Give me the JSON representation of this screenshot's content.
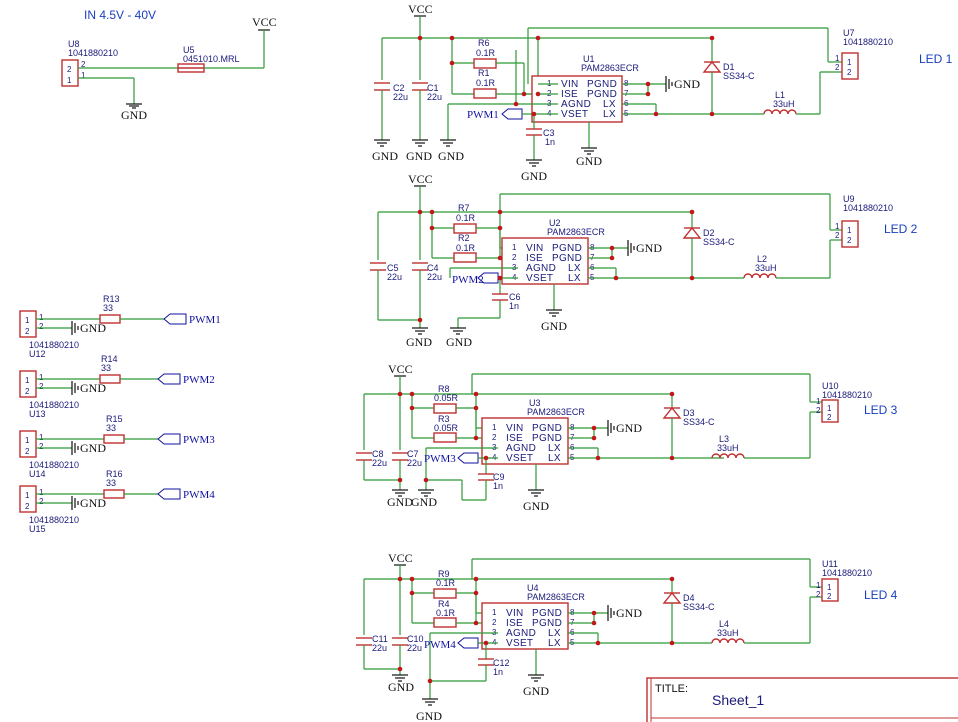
{
  "input_label": "IN 4.5V - 40V",
  "vcc": "VCC",
  "gnd": "GND",
  "fuse": {
    "ref": "U5",
    "value": "0451010.MRL"
  },
  "input_conn": {
    "ref": "U8",
    "value": "1041880210"
  },
  "pwm_headers": [
    {
      "conn": "U12",
      "conn_value": "1041880210",
      "res": "R13",
      "res_value": "33",
      "net": "PWM1"
    },
    {
      "conn": "U13",
      "conn_value": "1041880210",
      "res": "R14",
      "res_value": "33",
      "net": "PWM2"
    },
    {
      "conn": "U14",
      "conn_value": "1041880210",
      "res": "R15",
      "res_value": "33",
      "net": "PWM3"
    },
    {
      "conn": "U15",
      "conn_value": "1041880210",
      "res": "R16",
      "res_value": "33",
      "net": "PWM4"
    }
  ],
  "ic_pins": {
    "left": [
      "VIN",
      "ISE",
      "AGND",
      "VSET"
    ],
    "right": [
      "PGND",
      "PGND",
      "LX",
      "LX"
    ],
    "left_nums": [
      "1",
      "2",
      "3",
      "4"
    ],
    "right_nums": [
      "8",
      "7",
      "6",
      "5"
    ]
  },
  "channels": [
    {
      "led": "LED 1",
      "ic": "U1",
      "ic_value": "PAM2863ECR",
      "ra": "R6",
      "ra_value": "0.1R",
      "rb": "R1",
      "rb_value": "0.1R",
      "cin_a": "C2",
      "cin_a_value": "22u",
      "cin_b": "C1",
      "cin_b_value": "22u",
      "cset": "C3",
      "cset_value": "1n",
      "diode": "D1",
      "diode_value": "SS34-C",
      "ind": "L1",
      "ind_value": "33uH",
      "conn": "U7",
      "conn_value": "1041880210",
      "pwm": "PWM1"
    },
    {
      "led": "LED 2",
      "ic": "U2",
      "ic_value": "PAM2863ECR",
      "ra": "R7",
      "ra_value": "0.1R",
      "rb": "R2",
      "rb_value": "0.1R",
      "cin_a": "C5",
      "cin_a_value": "22u",
      "cin_b": "C4",
      "cin_b_value": "22u",
      "cset": "C6",
      "cset_value": "1n",
      "diode": "D2",
      "diode_value": "SS34-C",
      "ind": "L2",
      "ind_value": "33uH",
      "conn": "U9",
      "conn_value": "1041880210",
      "pwm": "PWM2"
    },
    {
      "led": "LED 3",
      "ic": "U3",
      "ic_value": "PAM2863ECR",
      "ra": "R8",
      "ra_value": "0.05R",
      "rb": "R3",
      "rb_value": "0.05R",
      "cin_a": "C8",
      "cin_a_value": "22u",
      "cin_b": "C7",
      "cin_b_value": "22u",
      "cset": "C9",
      "cset_value": "1n",
      "diode": "D3",
      "diode_value": "SS34-C",
      "ind": "L3",
      "ind_value": "33uH",
      "conn": "U10",
      "conn_value": "1041880210",
      "pwm": "PWM3"
    },
    {
      "led": "LED 4",
      "ic": "U4",
      "ic_value": "PAM2863ECR",
      "ra": "R9",
      "ra_value": "0.1R",
      "rb": "R4",
      "rb_value": "0.1R",
      "cin_a": "C11",
      "cin_a_value": "22u",
      "cin_b": "C10",
      "cin_b_value": "22u",
      "cset": "C12",
      "cset_value": "1n",
      "diode": "D4",
      "diode_value": "SS34-C",
      "ind": "L4",
      "ind_value": "33uH",
      "conn": "U11",
      "conn_value": "1041880210",
      "pwm": "PWM4"
    }
  ],
  "title_block": {
    "label": "TITLE:",
    "value": "Sheet_1"
  }
}
